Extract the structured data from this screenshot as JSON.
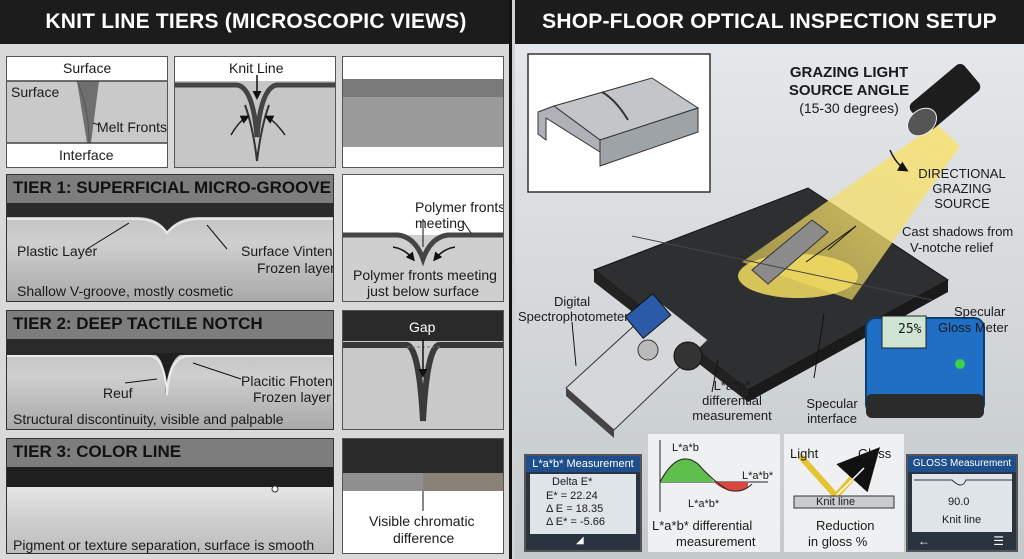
{
  "left": {
    "title": "KNIT LINE TIERS (MICROSCOPIC VIEWS)",
    "overview": {
      "surface_top": "Surface",
      "surface_left": "Surface",
      "melt_fronts": "Melt Fronts",
      "interface": "Interface",
      "knit_line": "Knit Line"
    },
    "tier1": {
      "title": "TIER 1: SUPERFICIAL MICRO-GROOVE",
      "plastic_layer": "Plastic Layer",
      "surface_line1": "Surface Vinten",
      "surface_line2": "Frozen layer",
      "caption": "Shallow V-groove, mostly cosmetic",
      "detail_top1": "Polymer fronts",
      "detail_top2": "meeting",
      "detail_bottom1": "Polymer fronts meeting",
      "detail_bottom2": "just below surface"
    },
    "tier2": {
      "title": "TIER 2: DEEP TACTILE NOTCH",
      "left_label": "Reuf",
      "right_line1": "Placitic Fhoten",
      "right_line2": "Frozen layer",
      "caption": "Structural discontinuity, visible and palpable",
      "gap": "Gap"
    },
    "tier3": {
      "title": "TIER 3: COLOR LINE",
      "caption": "Pigment or texture separation, surface is smooth",
      "detail1": "Visible chromatic",
      "detail2": "difference"
    }
  },
  "right": {
    "title": "SHOP-FLOOR OPTICAL INSPECTION SETUP",
    "grazing1": "GRAZING LIGHT",
    "grazing2": "SOURCE ANGLE",
    "grazing3": "(15-30 degrees)",
    "directional1": "DIRECTIONAL",
    "directional2": "GRAZING",
    "directional3": "SOURCE",
    "shadows1": "Cast shadows from",
    "shadows2": "V-notche relief",
    "spectro1": "Digital",
    "spectro2": "Spectrophotometer",
    "gloss1": "Specular",
    "gloss2": "Gloss Meter",
    "gloss_display": "25%",
    "lab_meas1": "L*a*b*",
    "lab_meas2": "differential",
    "lab_meas3": "measurement",
    "spec_int1": "Specular",
    "spec_int2": "interface",
    "lab_panel": {
      "title": "L*a*b* Measurement",
      "delta": "Delta E*",
      "e": "E*  = 22.24",
      "de": "Δ E = 18.35",
      "de2": "Δ E* = -5.66"
    },
    "lab_chart": {
      "top": "L*a*b",
      "right": "L*a*b*",
      "bottom": "L*a*b*",
      "cap1": "L*a*b* differential",
      "cap2": "measurement"
    },
    "light_panel": {
      "light": "Light",
      "gloss": "Gloss",
      "knit": "Knit line",
      "cap1": "Reduction",
      "cap2": "in gloss %"
    },
    "gloss_panel": {
      "title": "GLOSS Measurement (%)",
      "value": "90.0",
      "knit": "Knit line"
    }
  }
}
